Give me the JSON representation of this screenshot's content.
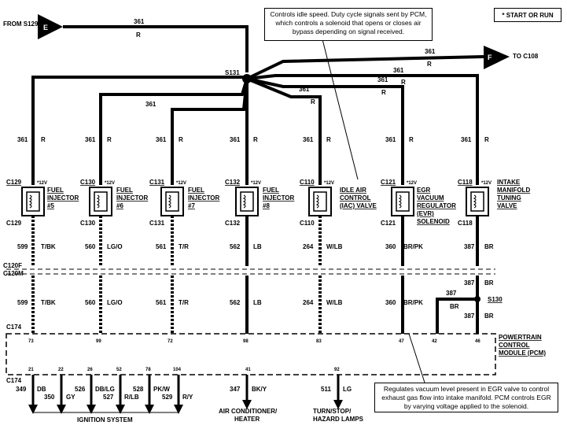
{
  "legend_key": "* START OR RUN",
  "splice": "S131",
  "splice2": "S130",
  "from_label": "FROM S129",
  "to_label": "TO C108",
  "connector_E": "E",
  "connector_F": "F",
  "feed_top": {
    "circuit": "361",
    "color": "R"
  },
  "feed_right": {
    "circuit": "361",
    "color": "R"
  },
  "top_note": "Controls idle speed. Duty cycle signals sent by PCM, which controls a solenoid that opens or closes air bypass depending on signal received.",
  "bottom_note": "Regulates vacuum level present in EGR valve to control exhaust gas flow into intake manifold. PCM controls EGR by varying voltage applied to the solenoid.",
  "voltage": "*12V",
  "c120f": "C120F",
  "c120m": "C120M",
  "c174": "C174",
  "pcm_label": "POWERTRAIN CONTROL MODULE (PCM)",
  "components": [
    {
      "name": "FUEL INJECTOR #5",
      "connector": "C129",
      "feed": "361",
      "feed_color": "R",
      "out": "599",
      "out_color": "T/BK",
      "pin": "73"
    },
    {
      "name": "FUEL INJECTOR #6",
      "connector": "C130",
      "feed": "361",
      "feed_color": "R",
      "out": "560",
      "out_color": "LG/O",
      "pin": "99"
    },
    {
      "name": "FUEL INJECTOR #7",
      "connector": "C131",
      "feed": "361",
      "feed_color": "R",
      "out": "561",
      "out_color": "T/R",
      "pin": "72"
    },
    {
      "name": "FUEL INJECTOR #8",
      "connector": "C132",
      "feed": "361",
      "feed_color": "R",
      "out": "562",
      "out_color": "LB",
      "pin": "98"
    },
    {
      "name": "IDLE AIR CONTROL (IAC) VALVE",
      "connector": "C110",
      "feed": "361",
      "feed_color": "R",
      "out": "264",
      "out_color": "W/LB",
      "pin": "83"
    },
    {
      "name": "EGR VACUUM REGULATOR (EVR) SOLENOID",
      "connector": "C121",
      "feed": "361",
      "feed_color": "R",
      "out": "360",
      "out_color": "BR/PK",
      "pin": "47"
    },
    {
      "name": "INTAKE MANIFOLD TUNING VALVE",
      "connector": "C118",
      "feed": "361",
      "feed_color": "R",
      "out": "387",
      "out_color": "BR",
      "pin": "46"
    }
  ],
  "branches": [
    {
      "circuit": "361",
      "color": "R"
    },
    {
      "circuit": "361",
      "color": "R"
    },
    {
      "circuit": "361",
      "color": "R"
    },
    {
      "circuit": "361",
      "color": "R"
    }
  ],
  "s130_branch": {
    "circuit": "387",
    "color": "BR",
    "pin": "42"
  },
  "pcm_out_pins": [
    "21",
    "22",
    "26",
    "52",
    "78",
    "104",
    "41",
    "92"
  ],
  "outputs": [
    {
      "circuit": "349",
      "color": "DB"
    },
    {
      "circuit": "350",
      "color": "GY"
    },
    {
      "circuit": "526",
      "color": "DB/LG"
    },
    {
      "circuit": "527",
      "color": "R/LB"
    },
    {
      "circuit": "528",
      "color": "PK/W"
    },
    {
      "circuit": "529",
      "color": "R/Y"
    },
    {
      "circuit": "347",
      "color": "BK/Y"
    },
    {
      "circuit": "511",
      "color": "LG"
    }
  ],
  "destinations": {
    "ignition": "IGNITION SYSTEM",
    "ac": "AIR CONDITIONER/ HEATER",
    "turn": "TURN/STOP/ HAZARD LAMPS"
  }
}
